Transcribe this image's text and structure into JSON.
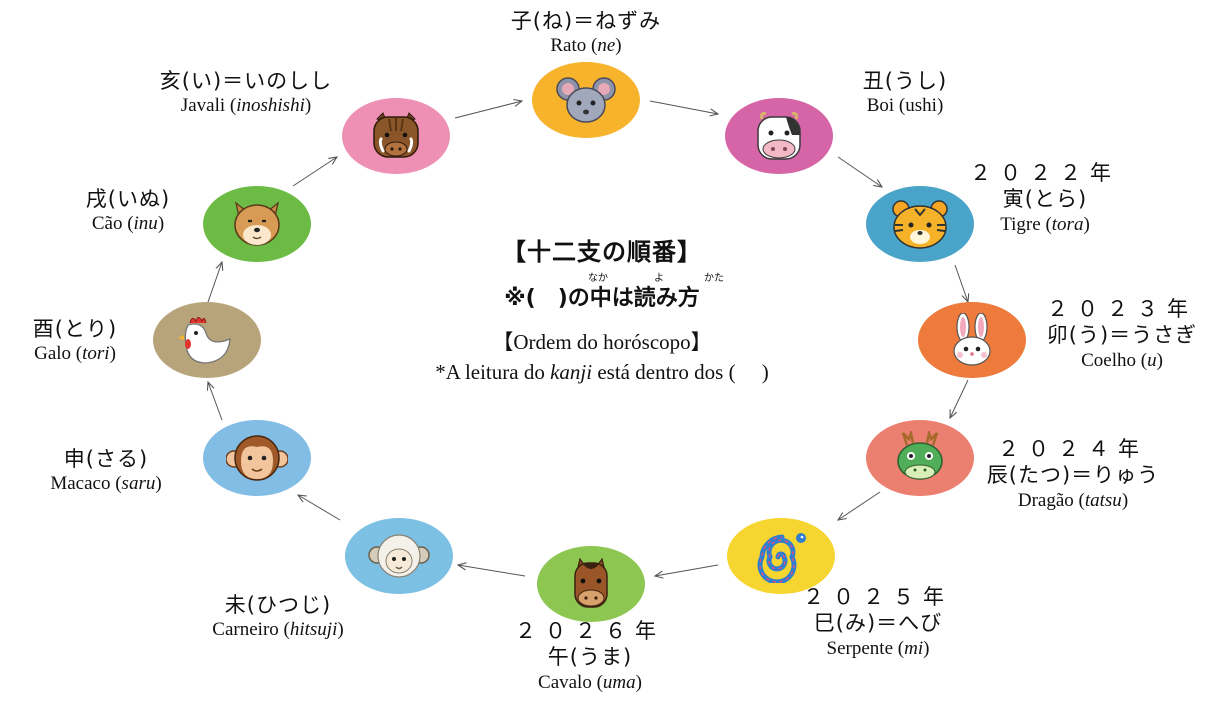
{
  "center": {
    "title": "【十二支の順番】",
    "furigana": [
      "なか",
      "よ",
      "かた"
    ],
    "note": "※(　)の中は読み方",
    "pt_title": "【Ordem do horóscopo】",
    "pt_note_before": "*A leitura do ",
    "pt_note_kanji": "kanji",
    "pt_note_after": " está dentro dos (　 )"
  },
  "animals": {
    "rat": {
      "jp": "子(ね)＝ねずみ",
      "pt_name": "Rato",
      "reading": "ne",
      "year": "",
      "color": "#f7b32b",
      "icon": "rat-icon"
    },
    "ox": {
      "jp": "丑(うし)",
      "pt_name": "Boi",
      "reading": "ushi",
      "year": "",
      "color": "#d665a8",
      "icon": "ox-icon"
    },
    "tiger": {
      "jp": "寅(とら)",
      "pt_name": "Tigre",
      "reading": "tora",
      "year": "２０２２年",
      "color": "#4aa3c8",
      "icon": "tiger-icon"
    },
    "rabbit": {
      "jp": "卯(う)＝うさぎ",
      "pt_name": "Coelho",
      "reading": "u",
      "year": "２０２３年",
      "color": "#ee7a3c",
      "icon": "rabbit-icon"
    },
    "dragon": {
      "jp": "辰(たつ)＝りゅう",
      "pt_name": "Dragão",
      "reading": "tatsu",
      "year": "２０２４年",
      "color": "#ec8070",
      "icon": "dragon-icon"
    },
    "snake": {
      "jp": "巳(み)＝へび",
      "pt_name": "Serpente",
      "reading": "mi",
      "year": "２０２５年",
      "color": "#f7d530",
      "icon": "snake-icon"
    },
    "horse": {
      "jp": "午(うま)",
      "pt_name": "Cavalo",
      "reading": "uma",
      "year": "２０２６年",
      "color": "#8dc752",
      "icon": "horse-icon"
    },
    "sheep": {
      "jp": "未(ひつじ)",
      "pt_name": "Carneiro",
      "reading": "hitsuji",
      "year": "",
      "color": "#7cc0e4",
      "icon": "sheep-icon"
    },
    "monkey": {
      "jp": "申(さる)",
      "pt_name": "Macaco",
      "reading": "saru",
      "year": "",
      "color": "#82bde6",
      "icon": "monkey-icon"
    },
    "rooster": {
      "jp": "酉(とり)",
      "pt_name": "Galo",
      "reading": "tori",
      "year": "",
      "color": "#b8a47a",
      "icon": "rooster-icon"
    },
    "dog": {
      "jp": "戌(いぬ)",
      "pt_name": "Cão",
      "reading": "inu",
      "year": "",
      "color": "#6cbb45",
      "icon": "dog-icon"
    },
    "boar": {
      "jp": "亥(い)＝いのしし",
      "pt_name": "Javali",
      "reading": "inoshishi",
      "year": "",
      "color": "#ee90b4",
      "icon": "boar-icon"
    }
  }
}
